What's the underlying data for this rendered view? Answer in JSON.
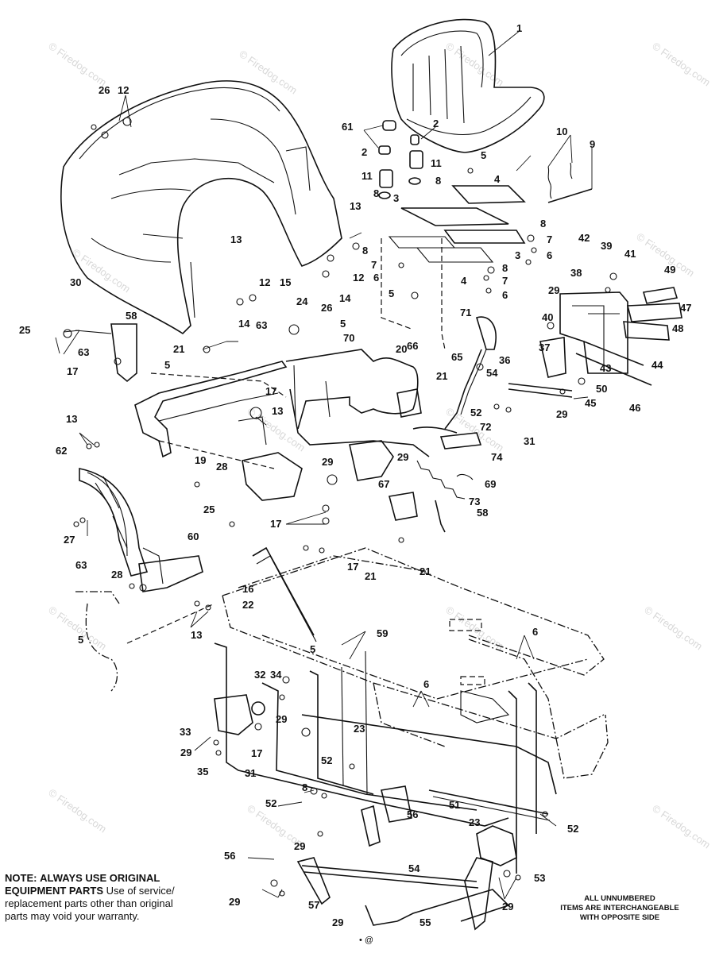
{
  "watermark": "© Firedog.com",
  "callouts": [
    "1",
    "2",
    "2",
    "3",
    "3",
    "4",
    "4",
    "5",
    "5",
    "5",
    "5",
    "5",
    "5",
    "6",
    "6",
    "6",
    "6",
    "6",
    "7",
    "7",
    "7",
    "8",
    "8",
    "8",
    "8",
    "8",
    "8",
    "9",
    "10",
    "11",
    "11",
    "12",
    "12",
    "12",
    "13",
    "13",
    "13",
    "13",
    "13",
    "14",
    "14",
    "15",
    "16",
    "17",
    "17",
    "17",
    "17",
    "17",
    "19",
    "20",
    "21",
    "21",
    "21",
    "21",
    "22",
    "23",
    "23",
    "24",
    "25",
    "25",
    "26",
    "26",
    "27",
    "28",
    "28",
    "29",
    "29",
    "29",
    "29",
    "29",
    "29",
    "29",
    "29",
    "29",
    "29",
    "30",
    "31",
    "31",
    "32",
    "33",
    "34",
    "35",
    "36",
    "37",
    "38",
    "39",
    "40",
    "41",
    "42",
    "43",
    "44",
    "45",
    "46",
    "47",
    "48",
    "49",
    "50",
    "51",
    "52",
    "52",
    "52",
    "52",
    "53",
    "54",
    "54",
    "55",
    "56",
    "56",
    "57",
    "58",
    "58",
    "59",
    "60",
    "61",
    "62",
    "63",
    "63",
    "63",
    "65",
    "66",
    "67",
    "69",
    "70",
    "71",
    "72",
    "73",
    "74"
  ],
  "note": {
    "heading": "NOTE:",
    "text_1": "ALWAYS USE ORIGINAL",
    "text_2": "EQUIPMENT PARTS",
    "text_3": "Use of service/",
    "text_4": "replacement parts other than original",
    "text_5": "parts may void your warranty."
  },
  "side_note": {
    "line_1": "ALL UNNUMBERED",
    "line_2": "ITEMS ARE INTERCHANGEABLE",
    "line_3": "WITH OPPOSITE SIDE"
  },
  "bottom_mark": "• @"
}
